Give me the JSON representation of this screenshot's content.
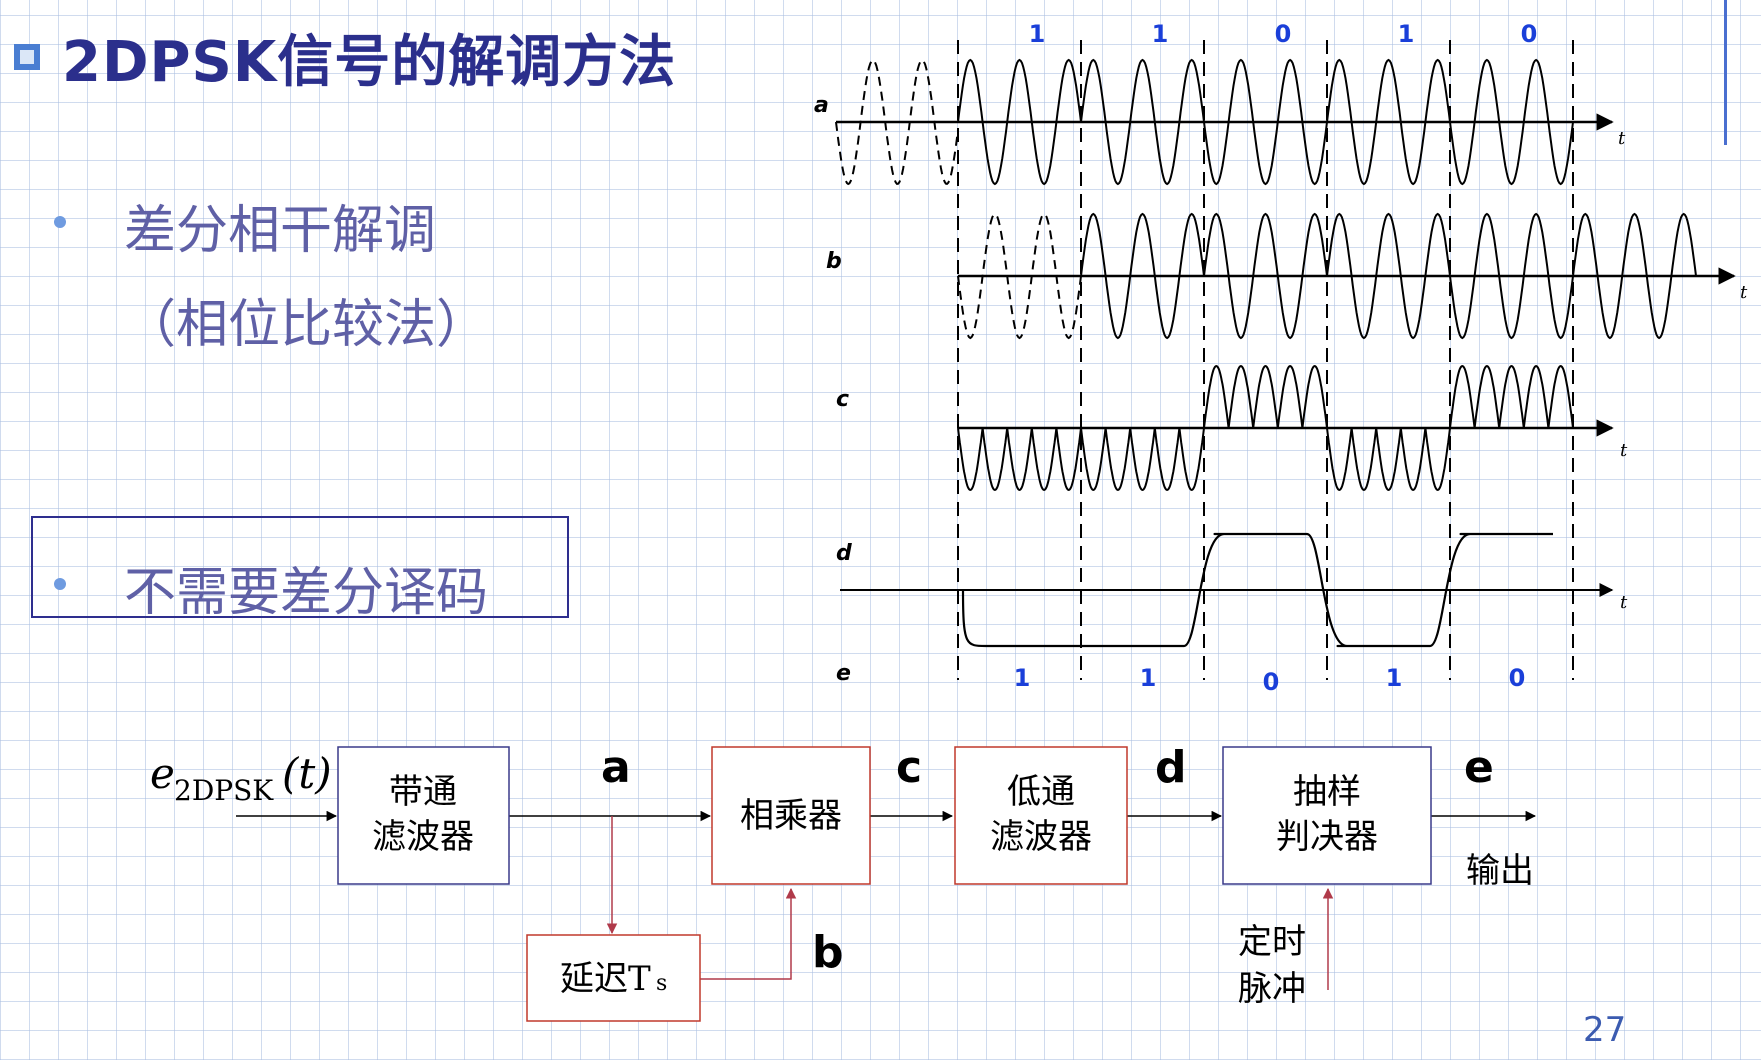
{
  "title": "2DPSK信号的解调方法",
  "bullets": [
    {
      "line1": "差分相干解调",
      "line2": "（相位比较法）"
    },
    {
      "line1": "不需要差分译码"
    }
  ],
  "waveforms": {
    "labels": {
      "a": "a",
      "b": "b",
      "c": "c",
      "d": "d",
      "e": "e"
    },
    "time_label": "t",
    "top_bits": [
      "1",
      "1",
      "0",
      "1",
      "0"
    ],
    "bottom_bits": [
      "1",
      "1",
      "0",
      "1",
      "0"
    ]
  },
  "block_diagram": {
    "input_label": {
      "base": "e",
      "sub": "2DPSK",
      "arg": "(t)"
    },
    "blocks": {
      "bandpass": [
        "带通",
        "滤波器"
      ],
      "multiplier": [
        "相乘器"
      ],
      "lowpass": [
        "低通",
        "滤波器"
      ],
      "sampler": [
        "抽样",
        "判决器"
      ],
      "delay": {
        "main": "延迟T",
        "sub": "s"
      }
    },
    "signal_labels": {
      "a": "a",
      "b": "b",
      "c": "c",
      "d": "d",
      "e": "e"
    },
    "output_label": "输出",
    "timing_label": [
      "定时",
      "脉冲"
    ]
  },
  "page_number": "27",
  "colors": {
    "title": "#2b2f8c",
    "bullet_text": "#5f60a6",
    "bullet_dot": "#6f9be0",
    "bits": "#1a3fd9",
    "block_border": "#c0392b",
    "accent": "#4a7ed2"
  }
}
